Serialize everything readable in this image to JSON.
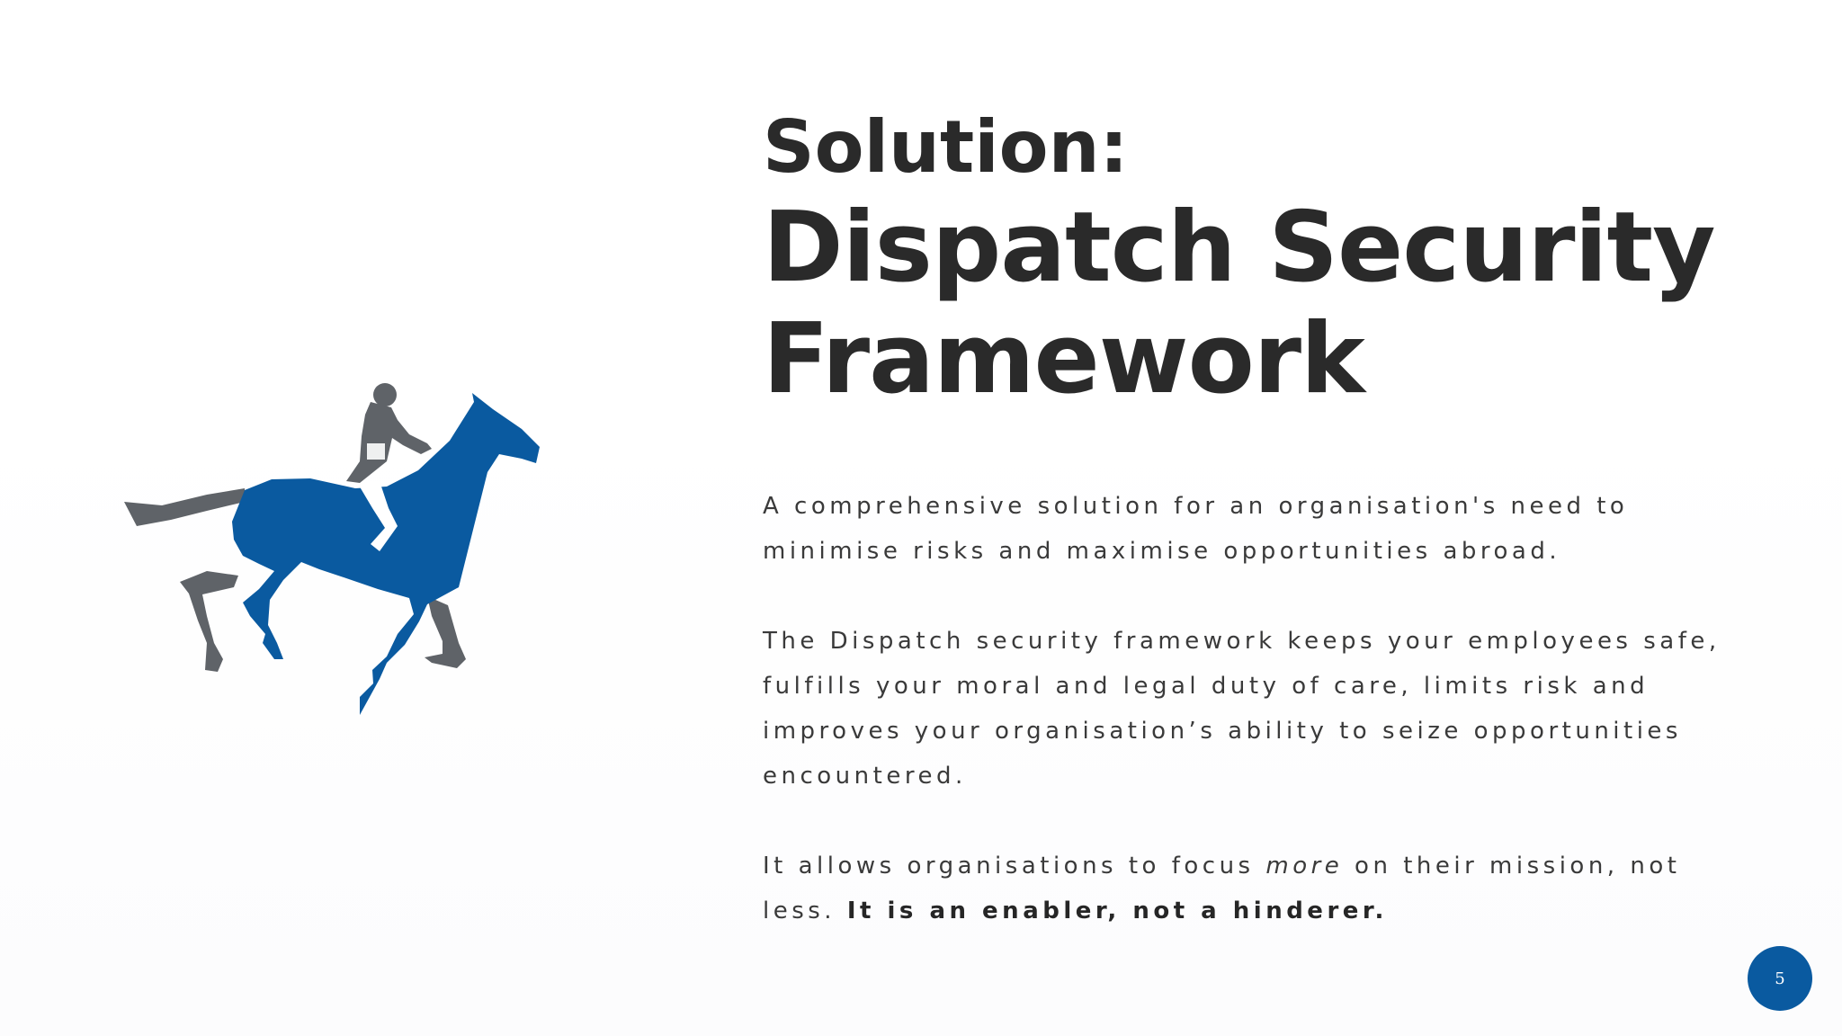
{
  "slide": {
    "eyebrow": "Solution:",
    "title": "Dispatch Security Framework",
    "paragraph_1": "A comprehensive solution for an organisation's need to minimise risks and maximise opportunities abroad.",
    "paragraph_2": "The Dispatch security framework keeps your employees safe, fulfills your moral and legal duty of care, limits risk and improves your organisation’s ability to seize opportunities encountered.",
    "paragraph_3_lead": "It allows organisations to focus ",
    "paragraph_3_emphasis": "more",
    "paragraph_3_middle": " on their mission, not less. ",
    "paragraph_3_bold": "It is an enabler, not a hinderer.",
    "page_number": "5"
  },
  "logo": {
    "icon": "horse-rider-icon",
    "horse_color": "#0a5aa0",
    "rider_color": "#5f6368"
  },
  "colors": {
    "text": "#2b2b2b",
    "accent": "#0a5aa0",
    "background": "#ffffff"
  }
}
